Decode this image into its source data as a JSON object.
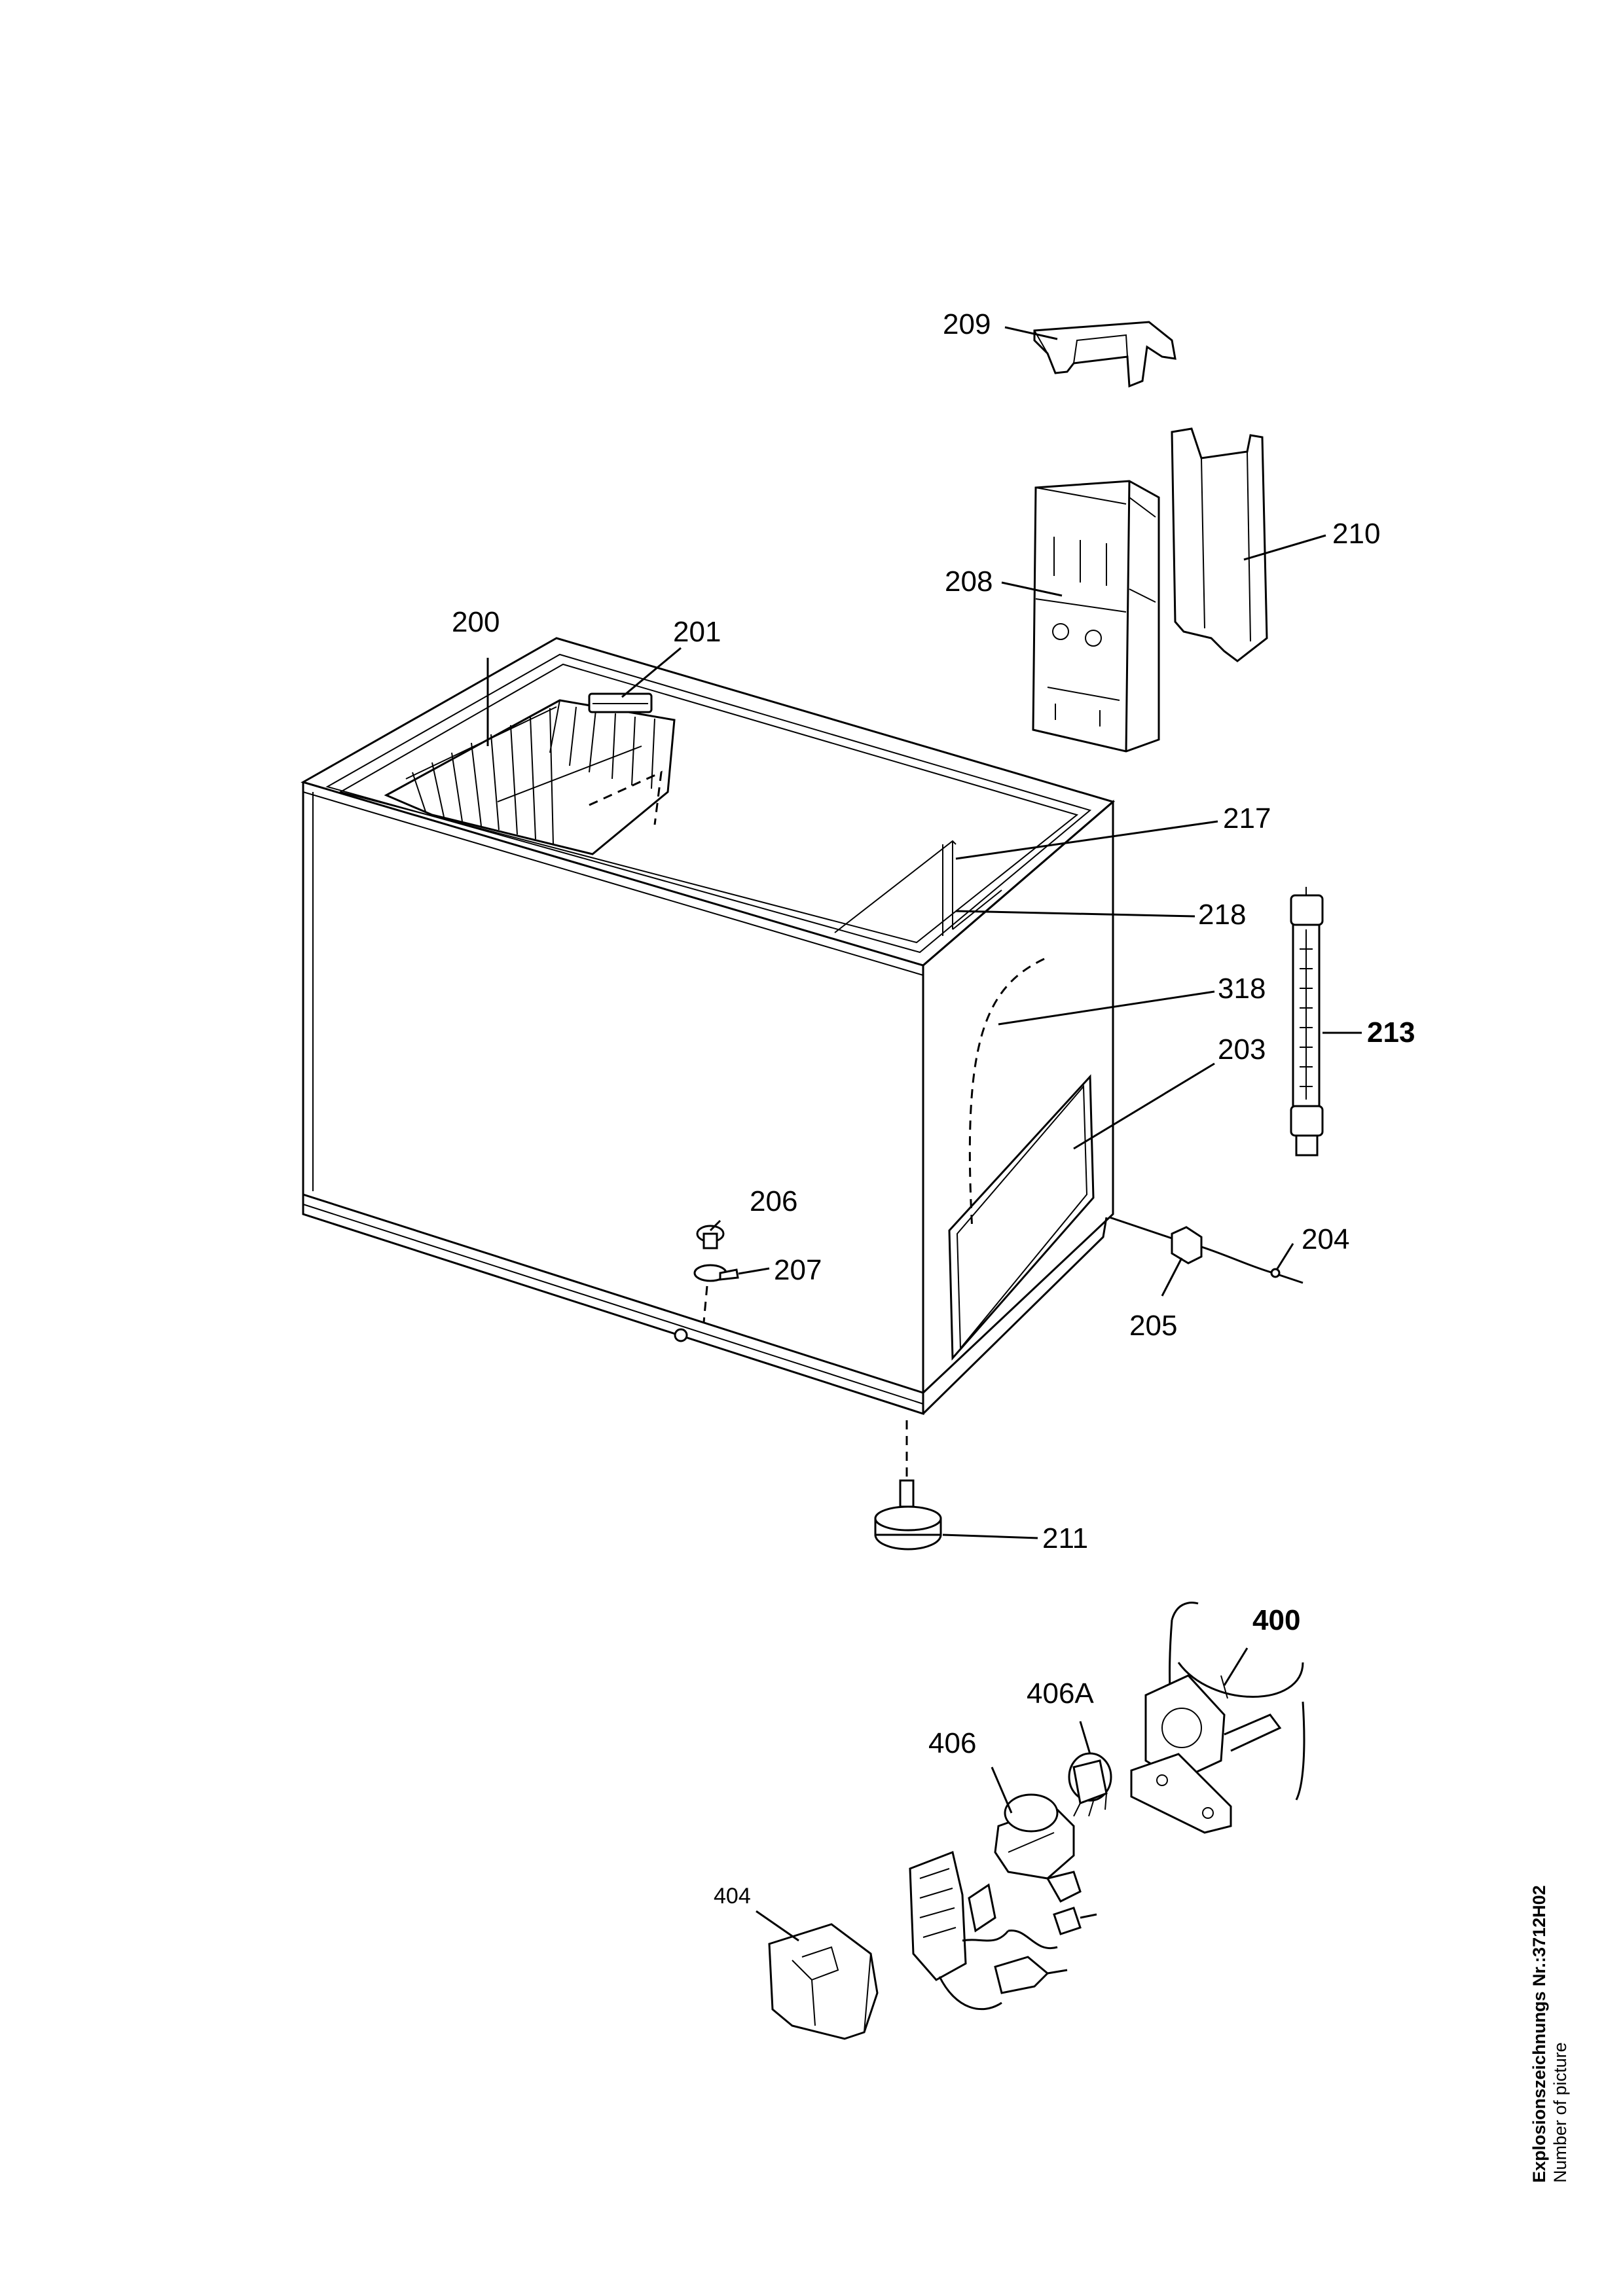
{
  "labels": {
    "p200": "200",
    "p201": "201",
    "p203": "203",
    "p204": "204",
    "p205": "205",
    "p206": "206",
    "p207": "207",
    "p208": "208",
    "p209": "209",
    "p210": "210",
    "p211": "211",
    "p213": "213",
    "p217": "217",
    "p218": "218",
    "p318": "318",
    "p400": "400",
    "p404": "404",
    "p406": "406",
    "p406A": "406A"
  },
  "sidebar": {
    "title": "Explosionszeichnungs Nr.:3712H02",
    "subtitle": "Number of picture"
  }
}
